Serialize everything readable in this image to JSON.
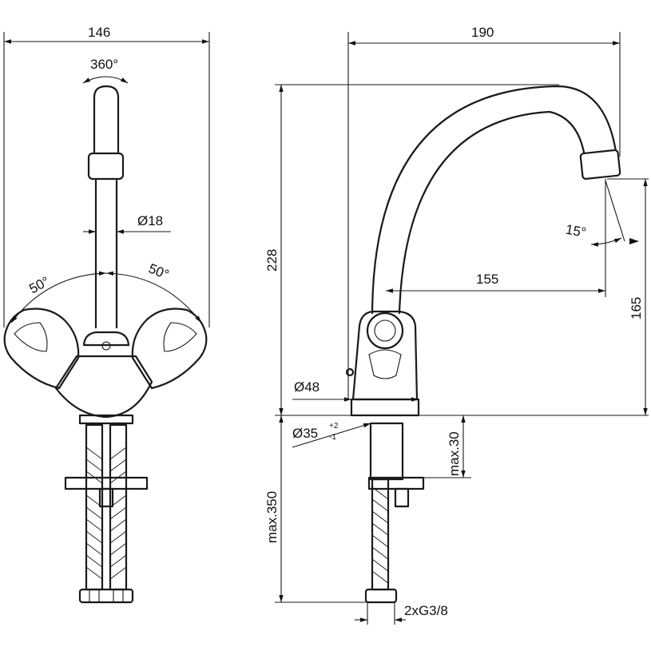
{
  "dimensions": {
    "front_width": "146",
    "rotation": "360°",
    "spout_diameter": "Ø18",
    "handle_angle_left": "50°",
    "handle_angle_right": "50°",
    "side_width": "190",
    "height": "228",
    "spout_tilt": "15°",
    "spout_reach": "155",
    "spout_height": "165",
    "base_diameter": "Ø48",
    "hole_diameter": "Ø35",
    "hole_tol_plus": "+2",
    "hole_tol_minus": "-1",
    "max_counter_thickness": "max.30",
    "max_hose_length": "max.350",
    "connection": "2xG3/8"
  }
}
